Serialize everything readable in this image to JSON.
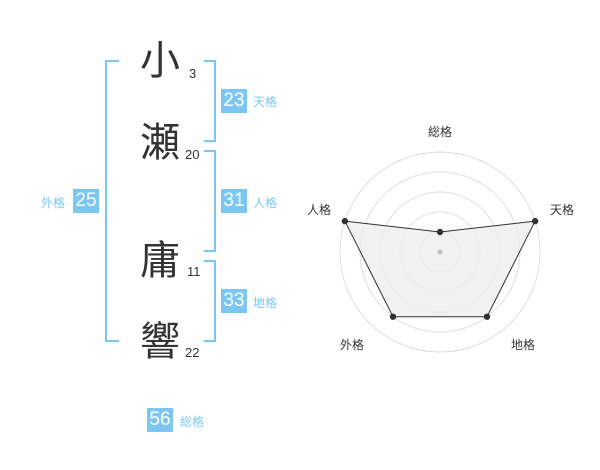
{
  "name": {
    "surname": [
      {
        "char": "小",
        "strokes": "3"
      },
      {
        "char": "瀬",
        "strokes": "20"
      }
    ],
    "given": [
      {
        "char": "庸",
        "strokes": "11"
      },
      {
        "char": "響",
        "strokes": "22"
      }
    ]
  },
  "scores": {
    "tenkaku": {
      "value": "23",
      "label": "天格"
    },
    "jinkaku": {
      "value": "31",
      "label": "人格"
    },
    "chikaku": {
      "value": "33",
      "label": "地格"
    },
    "gaikaku": {
      "value": "25",
      "label": "外格"
    },
    "soukaku": {
      "value": "56",
      "label": "総格"
    }
  },
  "radar": {
    "axes": [
      "総格",
      "天格",
      "地格",
      "外格",
      "人格"
    ],
    "levels": 5,
    "values": [
      1,
      5,
      4,
      4,
      5
    ],
    "colors": {
      "accent": "#7cc7f2",
      "fill": "#eeeeee",
      "line": "#333333",
      "ring": "#dddddd"
    }
  }
}
